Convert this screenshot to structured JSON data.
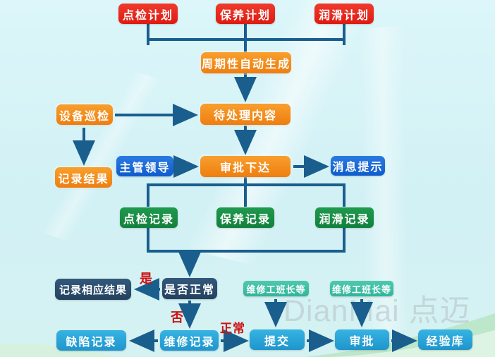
{
  "flowchart": {
    "nodes": {
      "inspection_plan": "点检计划",
      "maintenance_plan": "保养计划",
      "lubrication_plan": "润滑计划",
      "auto_generate": "周期性自动生成",
      "equipment_patrol": "设备巡检",
      "pending_content": "待处理内容",
      "record_result": "记录结果",
      "supervisor": "主管领导",
      "approval_issue": "审批下达",
      "message_notice": "消息提示",
      "inspection_record": "点检记录",
      "maintenance_record": "保养记录",
      "lubrication_record": "润滑记录",
      "record_corresponding_result": "记录相应结果",
      "is_normal": "是否正常",
      "repair_foreman": "维修工班长等",
      "defect_record": "缺陷记录",
      "repair_record": "维修记录",
      "submit": "提交",
      "approve": "审批",
      "experience_lib": "经验库"
    },
    "edge_labels": {
      "yes": "是",
      "no": "否",
      "normal": "正常"
    },
    "watermark": "DianMai 点迈",
    "colors": {
      "plan_red": "#de1b12",
      "process_orange": "#ee7e10",
      "role_blue": "#0f5ccd",
      "record_green": "#12803c",
      "foreman_teal": "#30b69b",
      "decision_navy": "#24425f",
      "action_cyan": "#1f95cc",
      "connector_blue": "#1a5e8e",
      "edge_label_red": "#cf1111"
    }
  }
}
